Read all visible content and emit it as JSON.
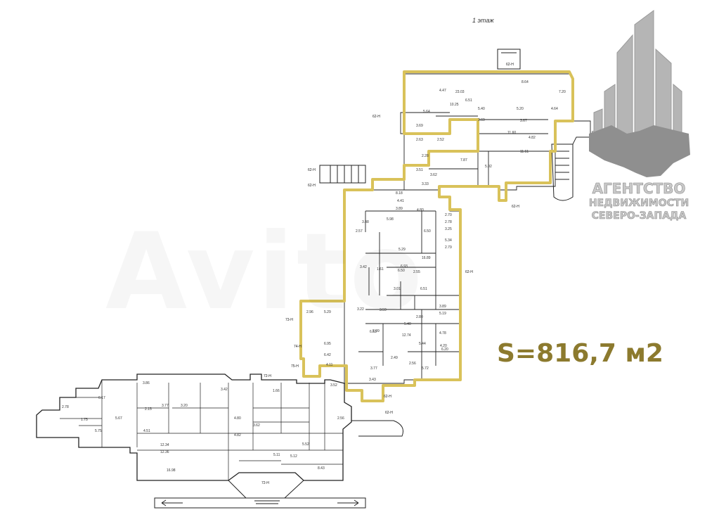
{
  "floor_title": "1 этаж",
  "area_label": "S=816,7 м2",
  "agency_logo": {
    "line1": "АГЕНТСТВО",
    "line2": "НЕДВИЖИМОСТИ",
    "line3": "СЕВЕРО-ЗАПАДА",
    "colors": {
      "building": "#b5b5b5",
      "handshake": "#8f8f8f"
    }
  },
  "watermark_text": "Avito",
  "highlight_color": "#d9c25a",
  "exit_labels": [
    "62-Н",
    "62-Н",
    "62-Н",
    "62-Н",
    "62-Н",
    "62-Н",
    "62-Н",
    "62-Н",
    "62-Н",
    "73-Н",
    "74-Н",
    "75-Н",
    "72-Н",
    "72-Н"
  ],
  "room_values": [
    "23.03",
    "8.64",
    "7.20",
    "6.51",
    "4.47",
    "5.40",
    "5.20",
    "4.64",
    "10.25",
    "11.60",
    "3.69",
    "5.64",
    "3.67",
    "4.82",
    "7.87",
    "5.92",
    "11.61",
    "2.63",
    "2.52",
    "2.28",
    "3.69",
    "3.62",
    "3.51",
    "3.33",
    "8.18",
    "4.41",
    "3.89",
    "5.98",
    "16.89",
    "5.29",
    "6.93",
    "2.57",
    "3.48",
    "4.80",
    "6.50",
    "2.70",
    "2.78",
    "3.25",
    "5.34",
    "2.79",
    "3.42",
    "1.61",
    "6.50",
    "2.55",
    "3.01",
    "6.51",
    "3.22",
    "3.59",
    "2.80",
    "3.89",
    "5.19",
    "5.40",
    "4.78",
    "2.99",
    "12.74",
    "6.53",
    "5.44",
    "4.20",
    "6.20",
    "2.49",
    "3.77",
    "3.43",
    "2.56",
    "5.72",
    "2.96",
    "5.29",
    "6.95",
    "6.42",
    "4.11",
    "3.52",
    "2.56",
    "4.80",
    "4.82",
    "5.11",
    "5.12",
    "5.52",
    "8.43",
    "12.34",
    "12.36",
    "16.98",
    "3.42",
    "3.77",
    "3.20",
    "2.78",
    "5.75",
    "1.75",
    "2.15",
    "4.51",
    "6.17",
    "5.67",
    "3.86",
    "1.66",
    "3.62"
  ]
}
